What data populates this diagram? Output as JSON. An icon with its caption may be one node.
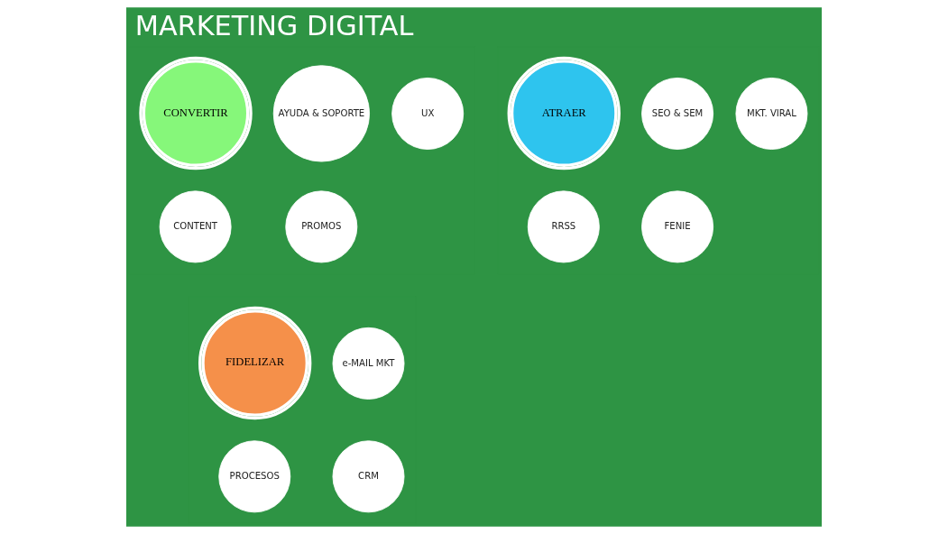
{
  "diagram": {
    "title": "MARKETING DIGITAL",
    "nodes": [
      {
        "text": [
          "ATRAER"
        ]
      },
      {
        "text": [
          "SEO & SEM"
        ]
      },
      {
        "text": [
          "MKT. VIRAL"
        ]
      },
      {
        "text": [
          "RRSS"
        ]
      },
      {
        "text": [
          "FENIE"
        ]
      },
      {
        "text": [
          "FIDELIZAR"
        ]
      },
      {
        "text": [
          "e-MAIL MKT"
        ]
      },
      {
        "text": [
          "PROCESOS"
        ]
      },
      {
        "text": [
          "CRM"
        ]
      },
      {
        "text": [
          "CONVERTIR"
        ]
      },
      {
        "text": [
          "UX"
        ]
      },
      {
        "text": [
          "AYUDA & SOPORTE"
        ]
      },
      {
        "text": [
          "CONTENT"
        ]
      },
      {
        "text": [
          "PROMOS"
        ]
      }
    ],
    "edges": []
  }
}
